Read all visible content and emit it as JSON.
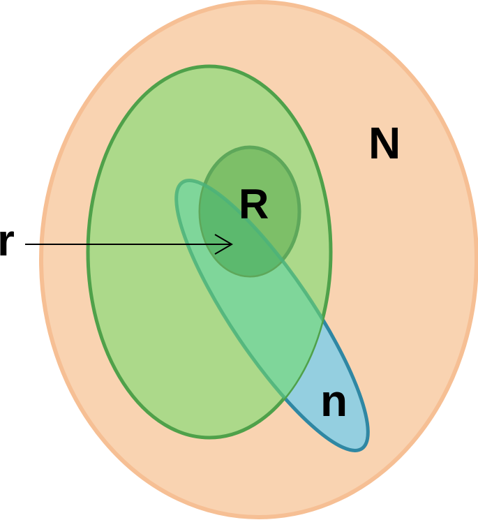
{
  "diagram": {
    "regions": [
      {
        "id": "N",
        "label": "N",
        "fill": "#f9d3b1",
        "stroke": "#f6bf94"
      },
      {
        "id": "green",
        "label": "",
        "fill": "#acd98a",
        "stroke": "#4fa14a"
      },
      {
        "id": "n",
        "label": "n",
        "fill": "#94cfe0",
        "stroke": "#2f87a3"
      },
      {
        "id": "R",
        "label": "R",
        "fill": "#7dbf68",
        "stroke": "#5ea75a"
      }
    ],
    "overlap_colors": {
      "n_in_green": "#7fd69a",
      "n_in_R": "#5cb96e"
    },
    "arrow": {
      "label": "r",
      "color": "#000000"
    }
  }
}
